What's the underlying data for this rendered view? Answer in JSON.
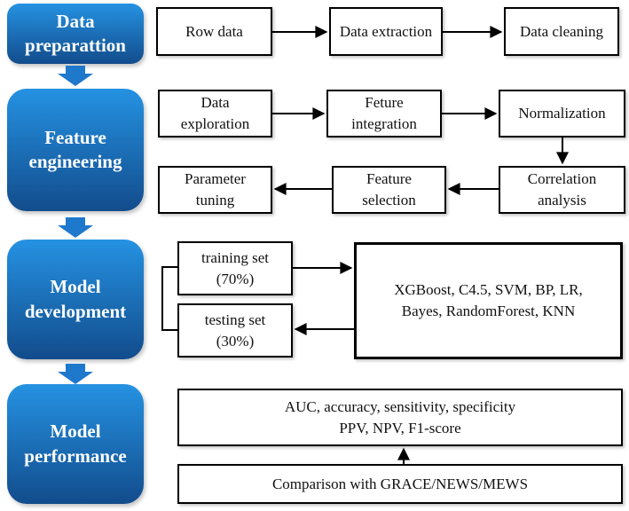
{
  "colors": {
    "stage_top": "#2592e2",
    "stage_bottom": "#124c8c",
    "arrow_blue": "#1e78cc",
    "line_black": "#000000"
  },
  "stages": [
    {
      "label": "Data\npreparattion"
    },
    {
      "label": "Feature\nengineering"
    },
    {
      "label": "Model\ndevelopment"
    },
    {
      "label": "Model\nperformance"
    }
  ],
  "boxes": {
    "row_data": "Row data",
    "data_extraction": "Data extraction",
    "data_cleaning": "Data cleaning",
    "data_exploration": "Data\nexploration",
    "feture_integration": "Feture\nintegration",
    "normalization": "Normalization",
    "parameter_tuning": "Parameter\ntuning",
    "feature_selection": "Feature\nselection",
    "correlation_analysis": "Correlation\nanalysis",
    "training_set": "training set\n(70%)",
    "testing_set": "testing set\n(30%)",
    "models": "XGBoost, C4.5, SVM, BP, LR,\nBayes, RandomForest, KNN",
    "metrics": "AUC, accuracy, sensitivity, specificity\nPPV, NPV, F1-score",
    "comparison": "Comparison with GRACE/NEWS/MEWS"
  },
  "edges": [
    "Row data -> Data extraction",
    "Data extraction -> Data cleaning",
    "Data exploration -> Feture integration",
    "Feture integration -> Normalization",
    "Normalization -> Correlation analysis",
    "Correlation analysis -> Feature selection",
    "Feature selection -> Parameter tuning",
    "training set (70%) -> models",
    "models -> testing set (30%)",
    "Comparison with GRACE/NEWS/MEWS -> metrics",
    "Data preparattion -> Feature engineering",
    "Feature engineering -> Model development",
    "Model development -> Model performance"
  ]
}
